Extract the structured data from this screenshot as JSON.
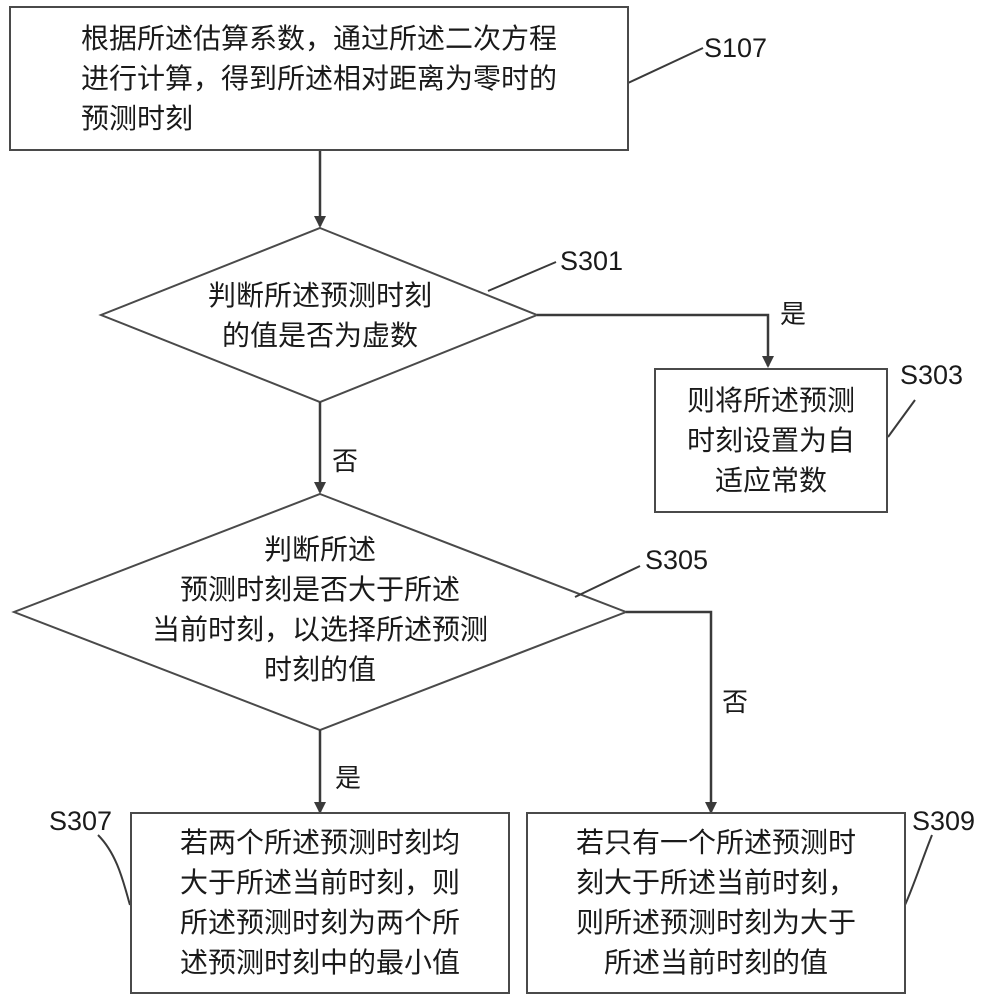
{
  "steps": {
    "s107": {
      "id": "S107",
      "text": "根据所述估算系数，通过所述二次方程\n进行计算，得到所述相对距离为零时的\n预测时刻"
    },
    "s301": {
      "id": "S301",
      "text": "判断所述预测时刻\n的值是否为虚数"
    },
    "s303": {
      "id": "S303",
      "text": "则将所述预测\n时刻设置为自\n适应常数"
    },
    "s305": {
      "id": "S305",
      "text": "判断所述\n预测时刻是否大于所述\n当前时刻，以选择所述预测\n时刻的值"
    },
    "s307": {
      "id": "S307",
      "text": "若两个所述预测时刻均\n大于所述当前时刻，则\n所述预测时刻为两个所\n述预测时刻中的最小值"
    },
    "s309": {
      "id": "S309",
      "text": "若只有一个所述预测时\n刻大于所述当前时刻，\n则所述预测时刻为大于\n所述当前时刻的值"
    }
  },
  "edges": {
    "s301_yes": "是",
    "s301_no": "否",
    "s305_yes": "是",
    "s305_no": "否"
  }
}
